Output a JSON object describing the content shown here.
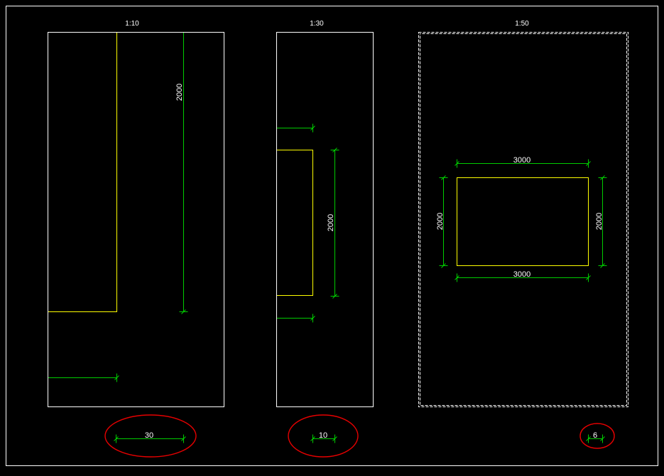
{
  "viewports": [
    {
      "scale_label": "1:10",
      "dimensions": {
        "vertical": "2000"
      }
    },
    {
      "scale_label": "1:30",
      "dimensions": {
        "vertical": "2000"
      }
    },
    {
      "scale_label": "1:50",
      "dimensions": {
        "top": "3000",
        "bottom": "3000",
        "left": "2000",
        "right": "2000"
      }
    }
  ],
  "annotations": [
    {
      "dimension_text": "30"
    },
    {
      "dimension_text": "10"
    },
    {
      "dimension_text": "6"
    }
  ],
  "colors": {
    "background": "#000000",
    "frame": "#ffffff",
    "geometry": "#ffff00",
    "dimension": "#00cc00",
    "highlight": "#e60000",
    "text": "#ffffff"
  }
}
